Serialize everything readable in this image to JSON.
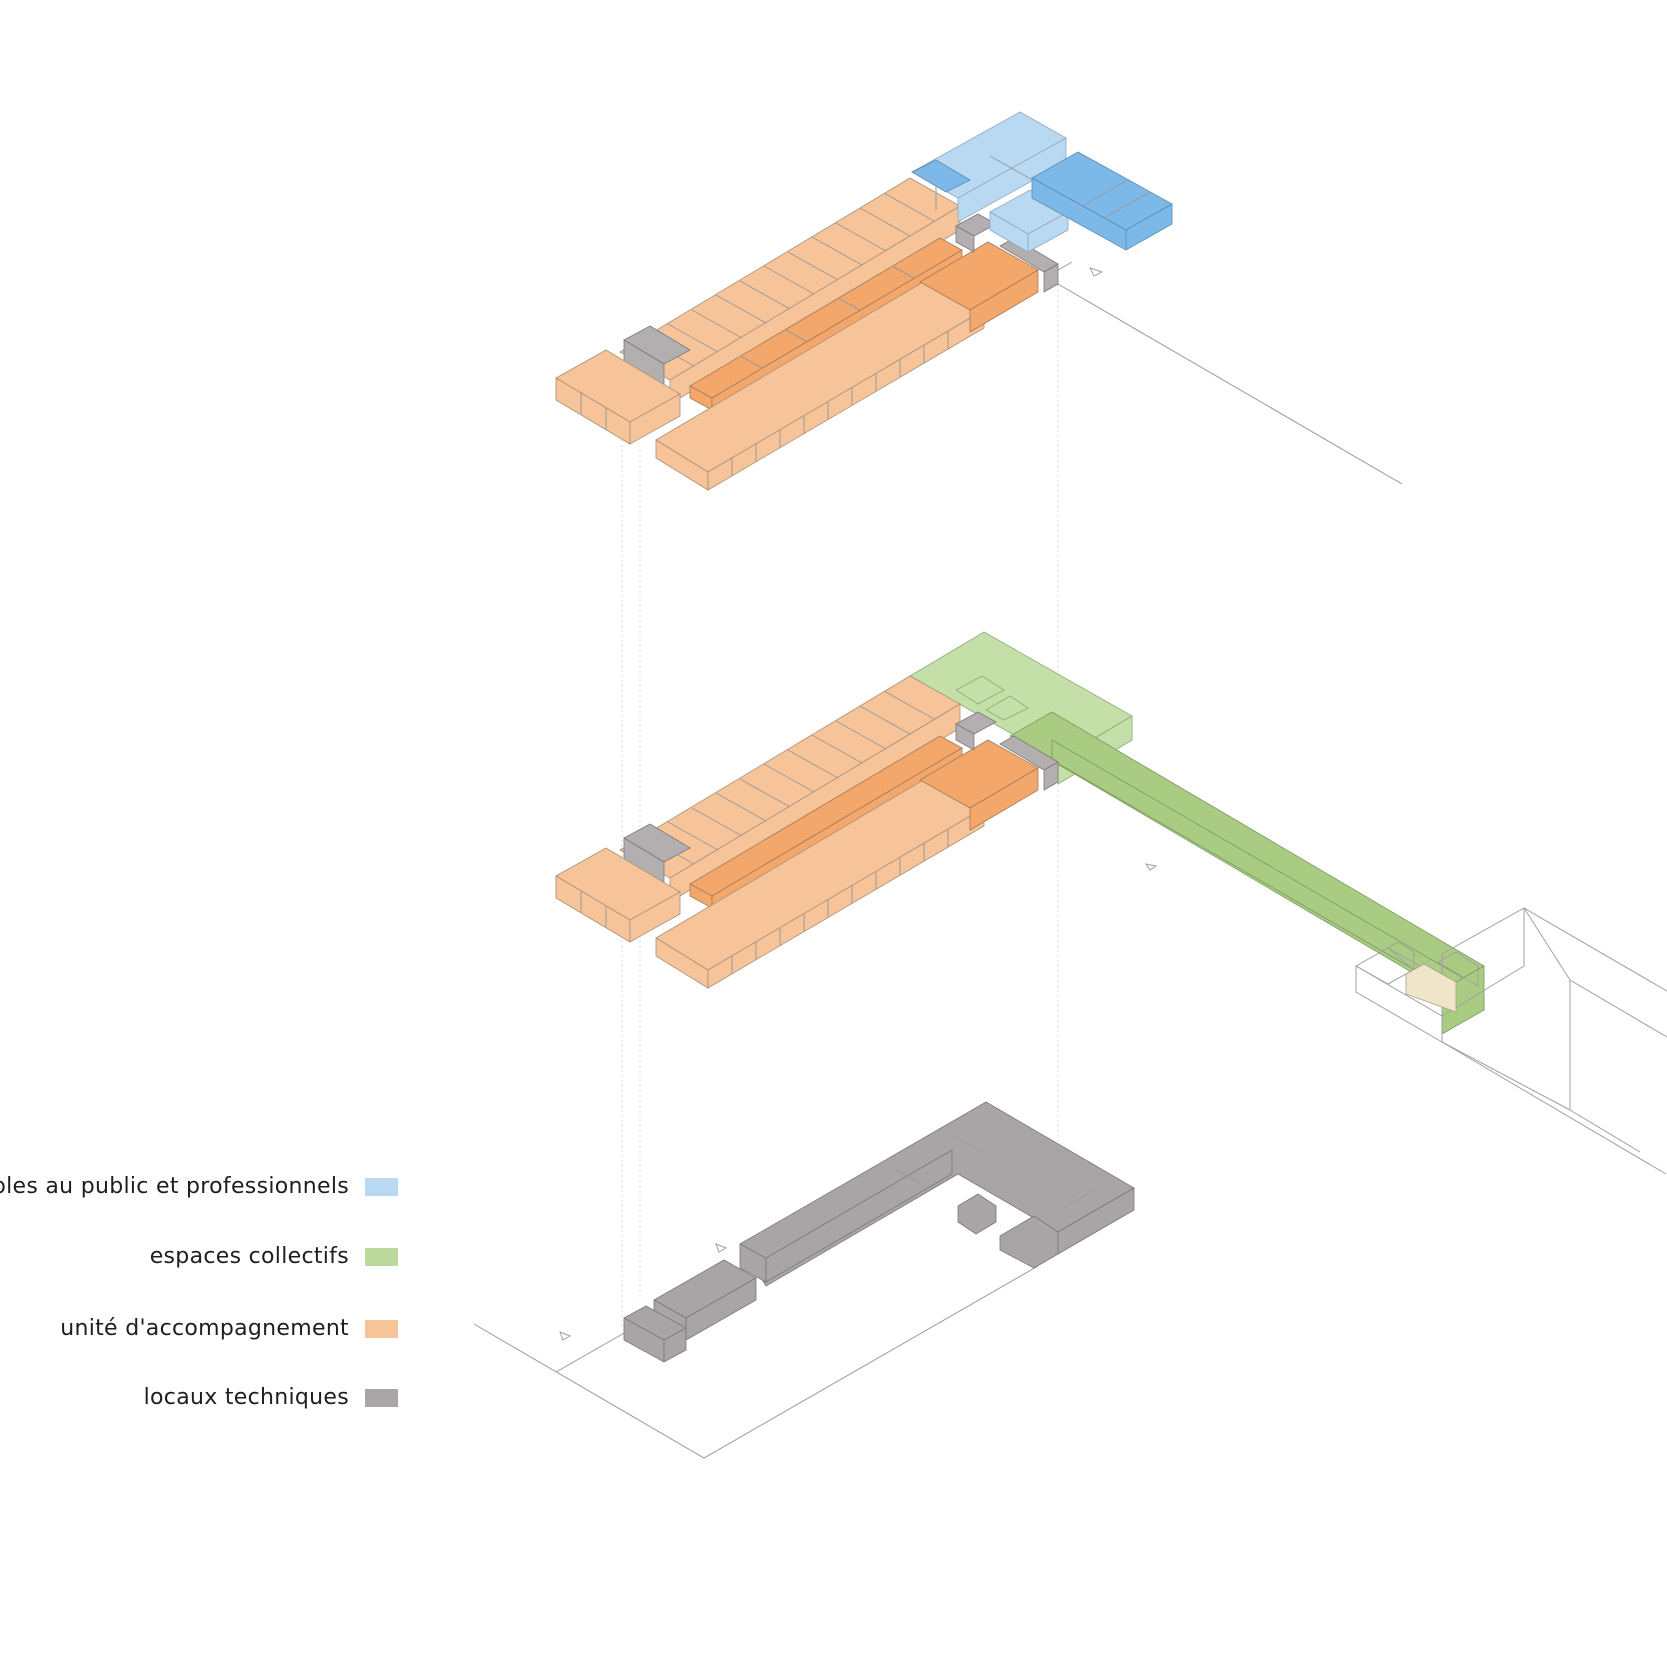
{
  "legend": [
    {
      "label": "sibles au public et professionnels",
      "color": "#b9d9f3"
    },
    {
      "label": "espaces collectifs",
      "color": "#bcd89d"
    },
    {
      "label": "unité d'accompagnement",
      "color": "#f7c499"
    },
    {
      "label": "locaux techniques",
      "color": "#aaa6a8"
    }
  ],
  "colors": {
    "orange": "#f7c499",
    "orange_dark": "#f4a76b",
    "blue": "#b9d9f3",
    "blue_dark": "#7cb9e8",
    "green": "#c5dfa8",
    "green_dark": "#a9cc82",
    "grey": "#b3afb0",
    "beige": "#efe5c8",
    "line": "#8f8f8f"
  }
}
